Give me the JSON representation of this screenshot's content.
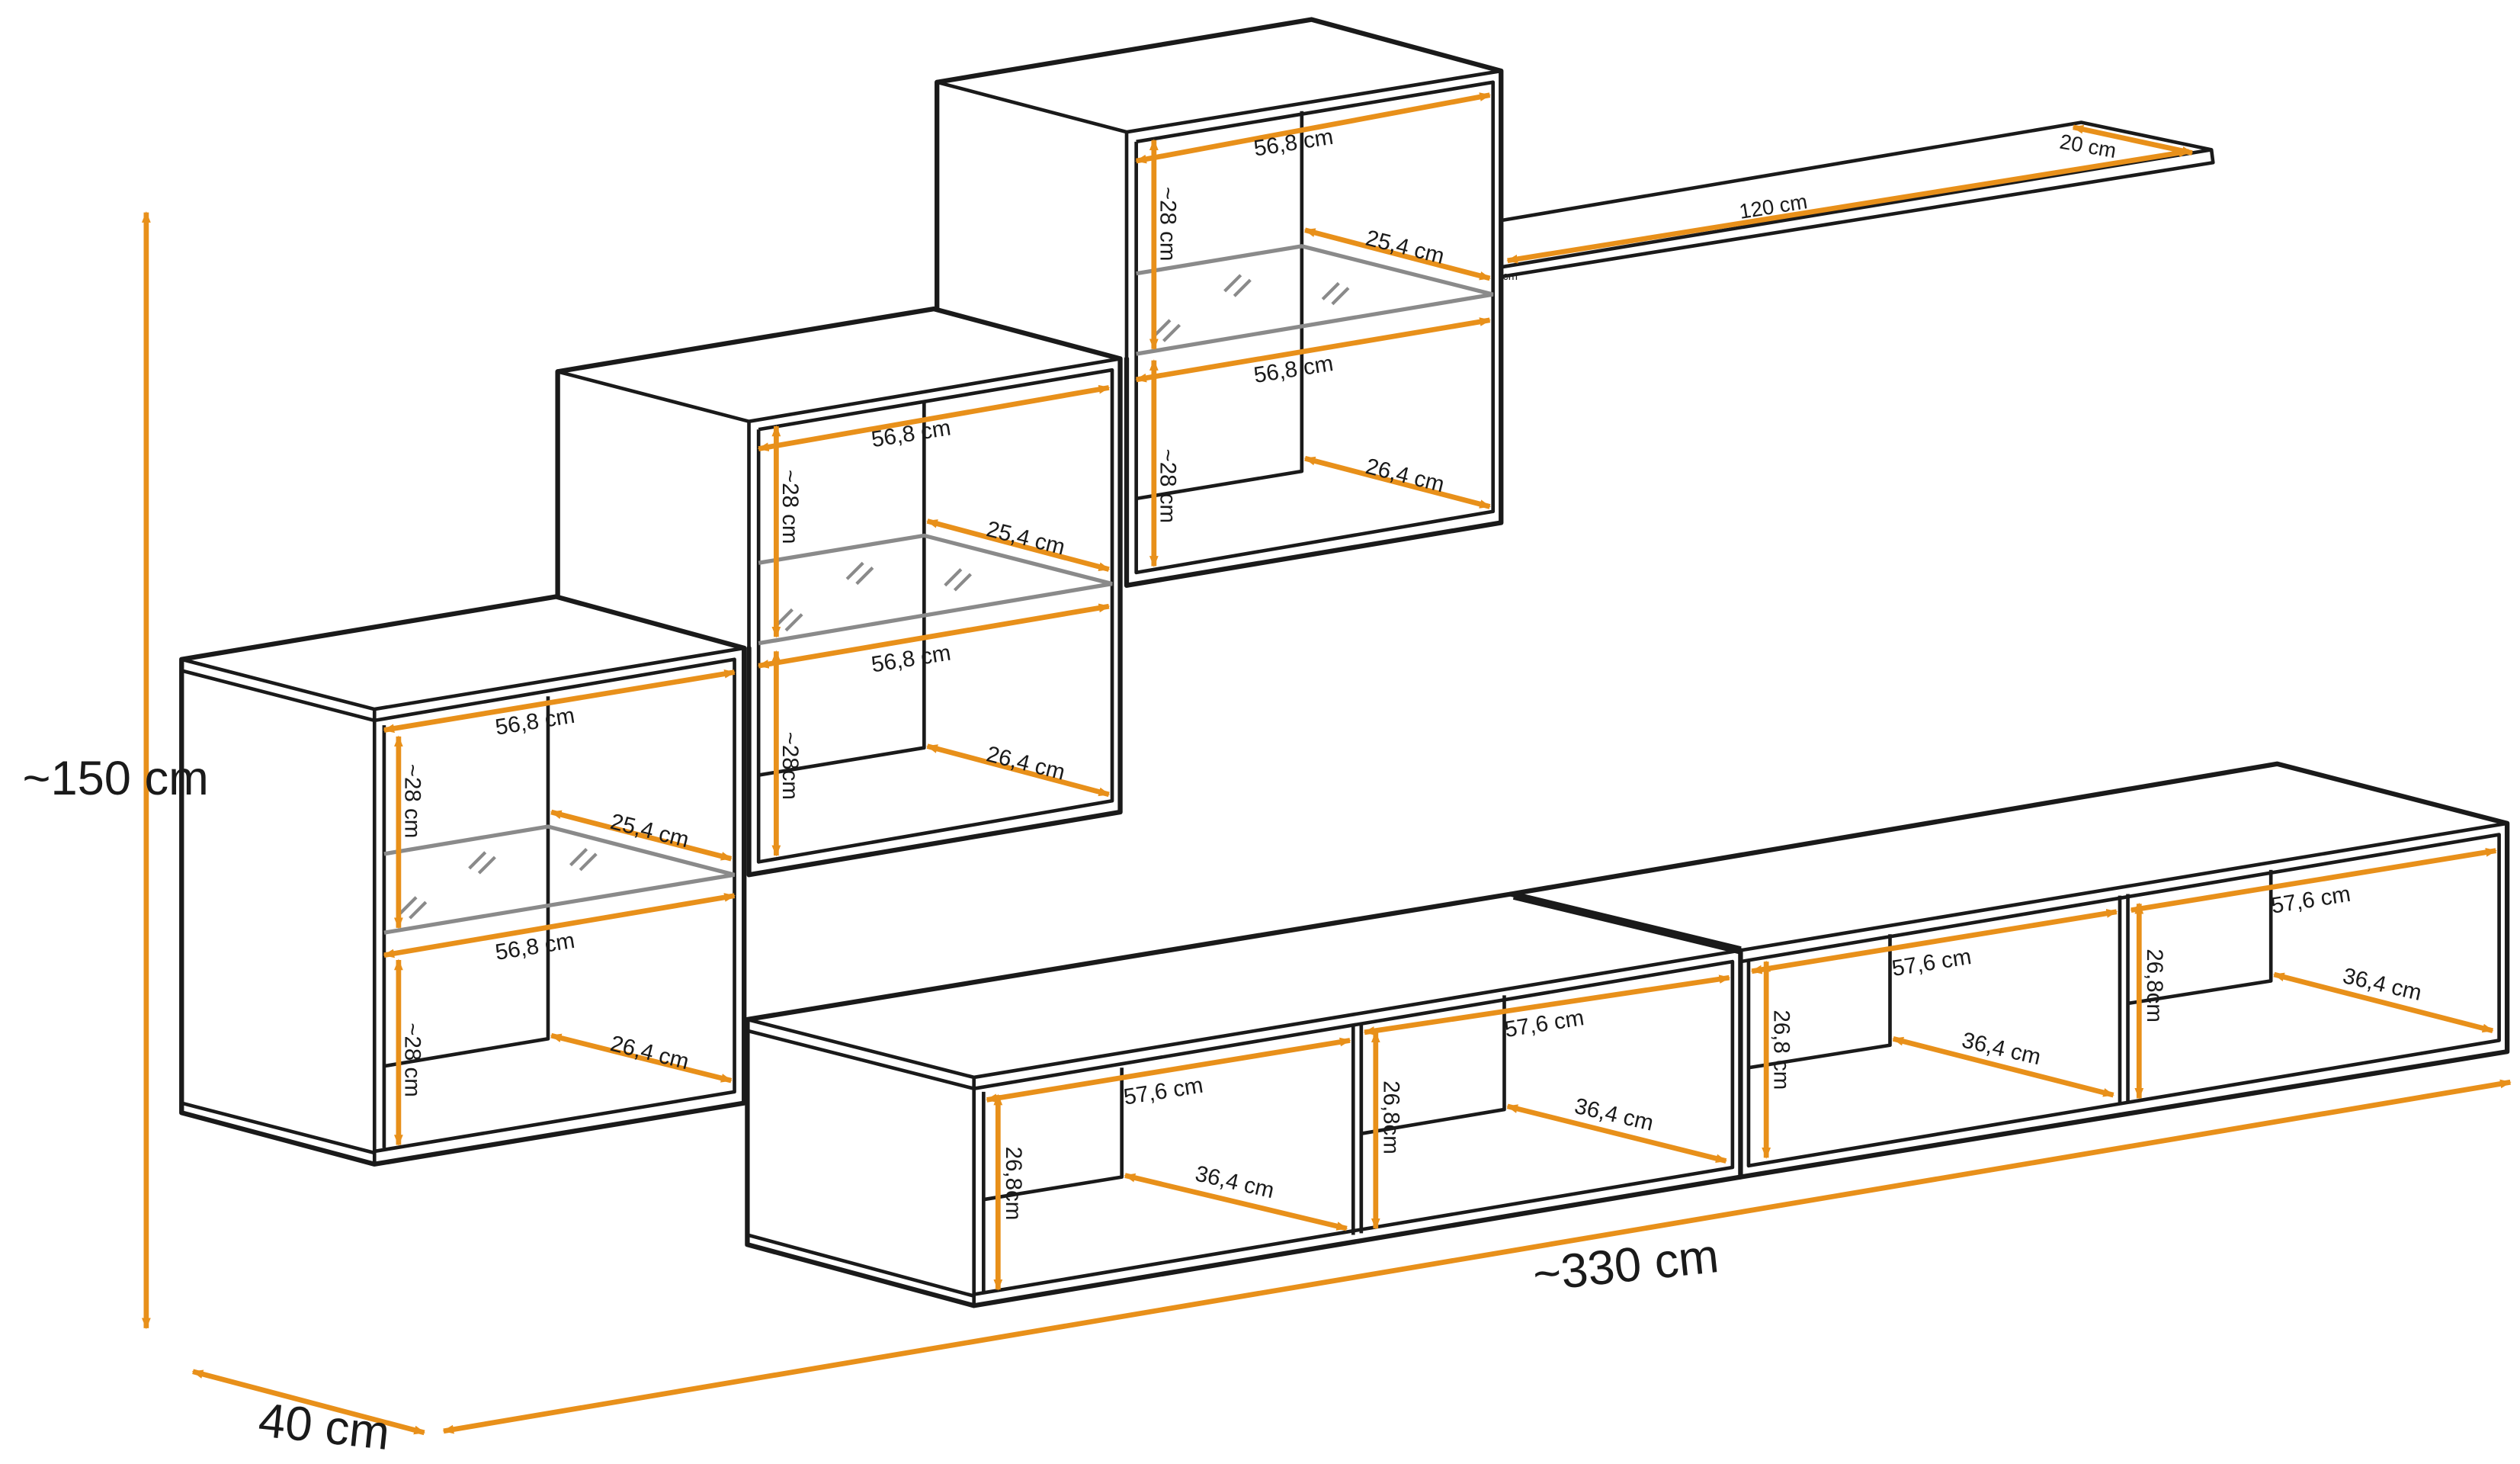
{
  "colors": {
    "outline": "#1a1a1a",
    "dimension": "#e8901a",
    "glass": "#8a8a8a",
    "background": "#ffffff"
  },
  "labels": {
    "total_height": "~150 cm",
    "total_depth": "40 cm",
    "total_width": "~330 cm",
    "shelf_length": "120 cm",
    "shelf_depth": "20 cm",
    "shelf_small": "cm",
    "cube_width": "56,8 cm",
    "cube_glass_depth": "25,4 cm",
    "cube_inner_depth": "26,4 cm",
    "cube_height": "~28 cm",
    "cube_height_tight": "~28cm",
    "cube_height_alt": "~28 cm",
    "tv_width": "57,6 cm",
    "tv_depth": "36,4 cm",
    "tv_height": "26,8cm",
    "tv_height_spaced": "26,8 cm"
  }
}
